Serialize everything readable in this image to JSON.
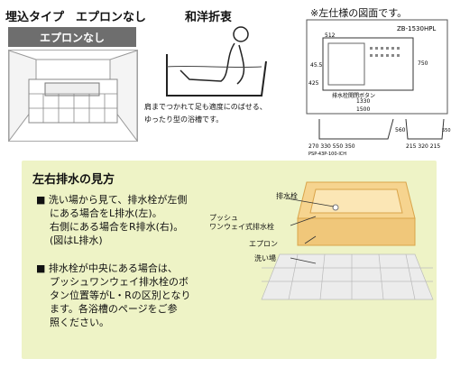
{
  "header": {
    "type_label": "埋込タイプ　エプロンなし",
    "style_label": "和洋折衷",
    "note_right": "※左仕様の図面です。"
  },
  "panel1": {
    "bar_label": "エプロンなし"
  },
  "bath_caption": [
    "肩までつかれて足も適度にのばせる、",
    "ゆったり型の浴槽です。"
  ],
  "drawing": {
    "model": "ZB-1530HPL",
    "dims_top": [
      "512",
      "750",
      "1330",
      "1500"
    ],
    "dims_side": [
      "45.5",
      "425"
    ],
    "button_label": "排水栓開閉ボタン",
    "section_dims": [
      "270",
      "330",
      "550",
      "350",
      "560",
      "550"
    ],
    "section_note": "PSP-43P-100-ICH",
    "side_dims": [
      "215",
      "320",
      "215"
    ]
  },
  "explain": {
    "title": "左右排水の見方",
    "bullet1": [
      "洗い場から見て、排水栓が左側",
      "にある場合をL排水(左)。",
      "右側にある場合をR排水(右)。",
      "(図はL排水)"
    ],
    "bullet2": [
      "排水栓が中央にある場合は、",
      "プッシュワンウェイ排水栓のボ",
      "タン位置等がL・Rの区別となり",
      "ます。各浴槽のページをご参",
      "照ください。"
    ],
    "labels": [
      "排水栓",
      "プッシュ",
      "ワンウェイ式排水栓",
      "エプロン",
      "洗い場"
    ]
  }
}
